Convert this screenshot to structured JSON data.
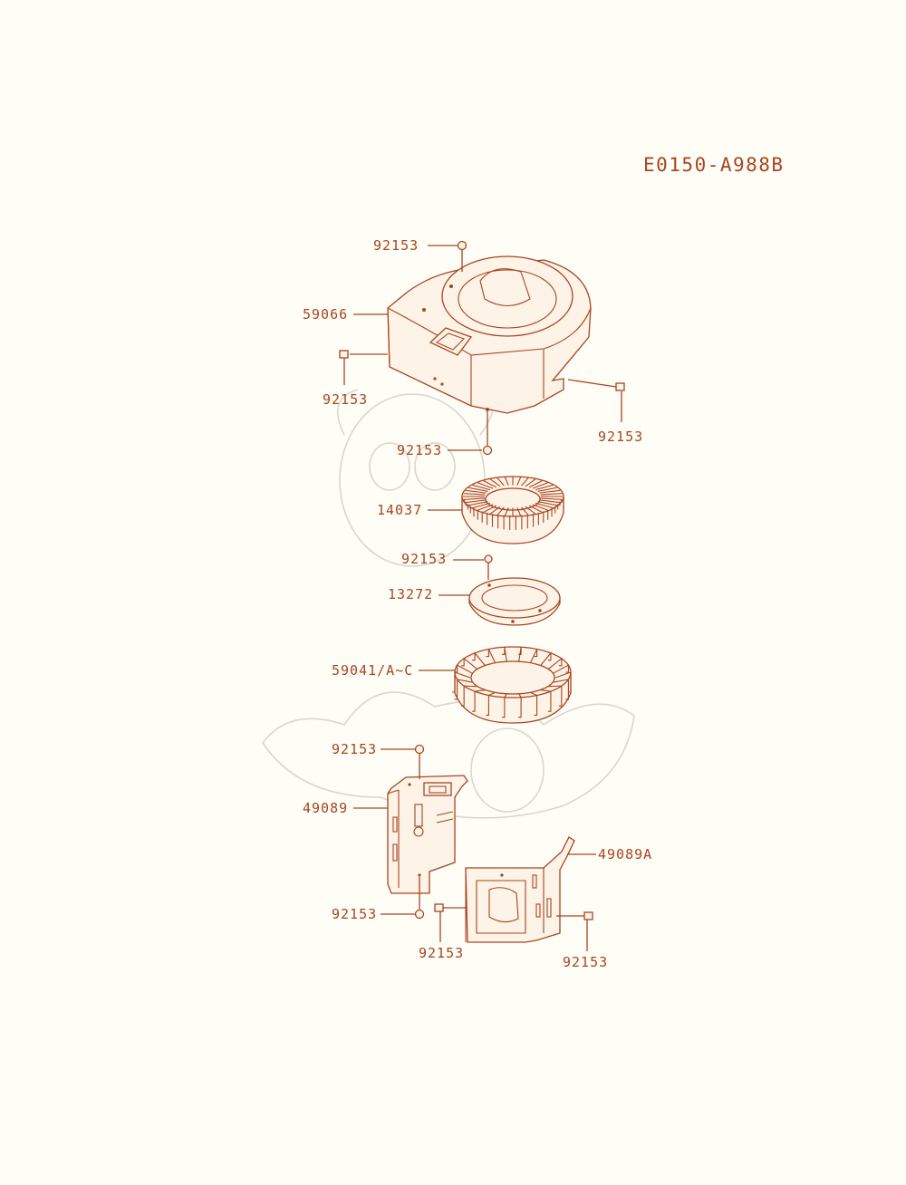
{
  "diagram": {
    "code": "E0150-A988B",
    "parts": {
      "bolt": "92153",
      "shroud": "59066",
      "screen": "14037",
      "plate": "13272",
      "flywheel_fan": "59041/A~C",
      "cover_left": "49089",
      "cover_right": "49089A"
    },
    "colors": {
      "ink": "#a84422",
      "paper": "#fffef6",
      "watermark": "#d8d6cf"
    }
  }
}
